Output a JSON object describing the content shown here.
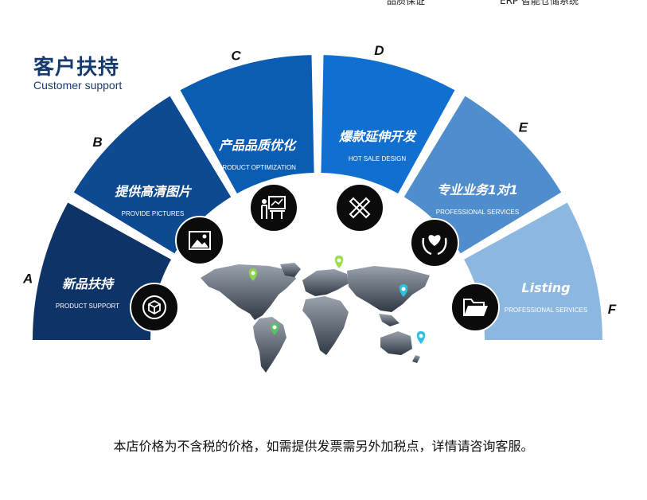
{
  "header_fragments": {
    "left": "品质保证",
    "right": "ERP 智能仓储系统"
  },
  "title": {
    "zh": "客户扶持",
    "en": "Customer support"
  },
  "segments": [
    {
      "letter": "A",
      "title": "新品扶持",
      "subtitle": "PRODUCT SUPPORT",
      "color": "#0e3366",
      "icon": "cube-icon"
    },
    {
      "letter": "B",
      "title": "提供高清图片",
      "subtitle": "PROVIDE PICTURES",
      "color": "#0d4a91",
      "icon": "image-icon"
    },
    {
      "letter": "C",
      "title": "产品品质优化",
      "subtitle": "PRODUCT OPTIMIZATION",
      "color": "#0b5cb3",
      "icon": "presentation-icon"
    },
    {
      "letter": "D",
      "title": "爆款延伸开发",
      "subtitle": "HOT SALE DESIGN",
      "color": "#1170cf",
      "icon": "design-tools-icon"
    },
    {
      "letter": "E",
      "title": "专业业务1对1",
      "subtitle": "PROFESSIONAL SERVICES",
      "color": "#4f8dcc",
      "icon": "heart-hands-icon"
    },
    {
      "letter": "F",
      "title": "Listing",
      "subtitle": "PROFESSIONAL SERVICES",
      "color": "#8cb7e0",
      "icon": "folder-icon"
    }
  ],
  "map": {
    "icon": "world-map-icon",
    "pins": [
      {
        "color": "#8bd44a"
      },
      {
        "color": "#9be04a"
      },
      {
        "color": "#2ec0e0"
      },
      {
        "color": "#5cc06a"
      },
      {
        "color": "#2ec0e0"
      }
    ]
  },
  "footer": {
    "note": "本店价格为不含税的价格，如需提供发票需另外加税点，详情请咨询客服。"
  }
}
